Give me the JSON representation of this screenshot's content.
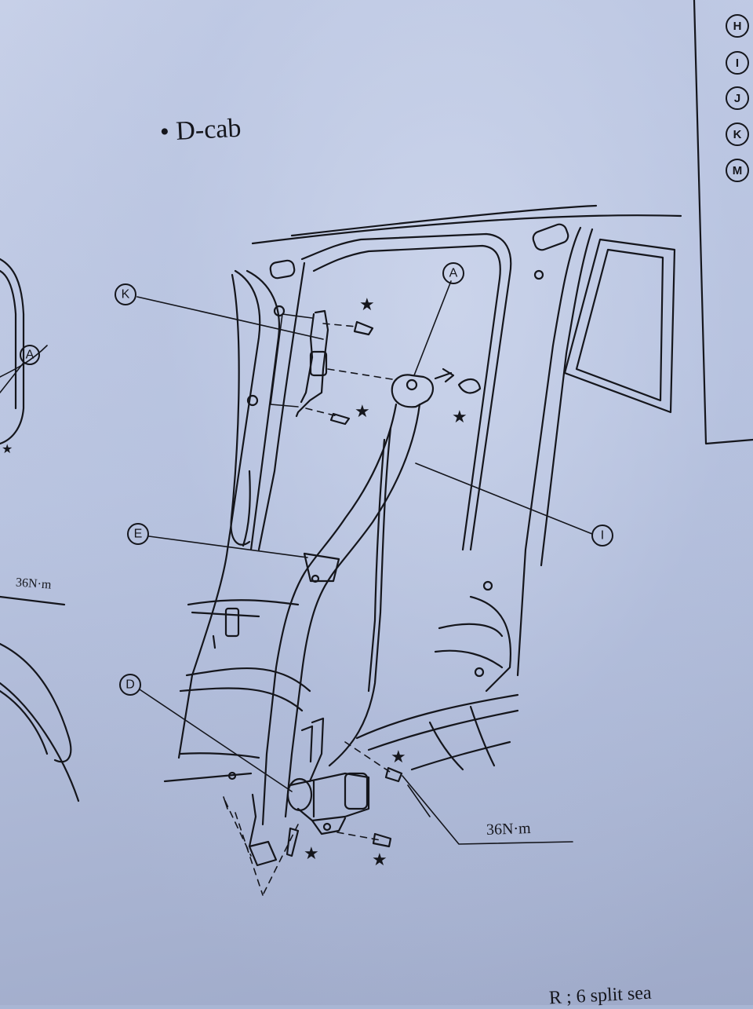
{
  "title": "• D-cab",
  "callouts": {
    "A": "A",
    "A_left": "A",
    "K": "K",
    "E": "E",
    "D": "D",
    "I": "I"
  },
  "torque": {
    "main": "36N·m",
    "left": "36N·m"
  },
  "star_glyph": "★",
  "legend": [
    "H",
    "I",
    "J",
    "K",
    "M"
  ],
  "footer": "R ; 6 split sea"
}
